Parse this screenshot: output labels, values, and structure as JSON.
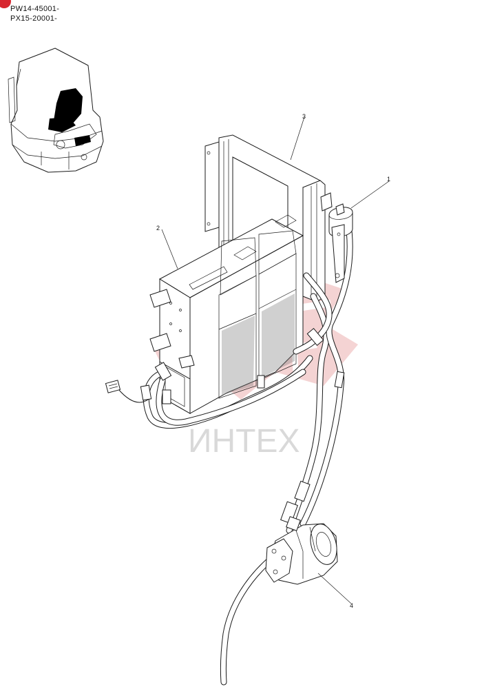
{
  "serials": [
    "PW14-45001-",
    "PX15-20001-"
  ],
  "callouts": [
    "1",
    "2",
    "3",
    "4"
  ],
  "watermark": "ИНТЕХ",
  "colors": {
    "ink": "#1a1a1a",
    "watermark_red": "#e8a0a0",
    "watermark_gray": "#d9d9d9",
    "corner_badge": "#d7262f"
  },
  "icons": [
    "corner-badge-icon",
    "machine-locator-icon",
    "watermark-logo-icon"
  ]
}
